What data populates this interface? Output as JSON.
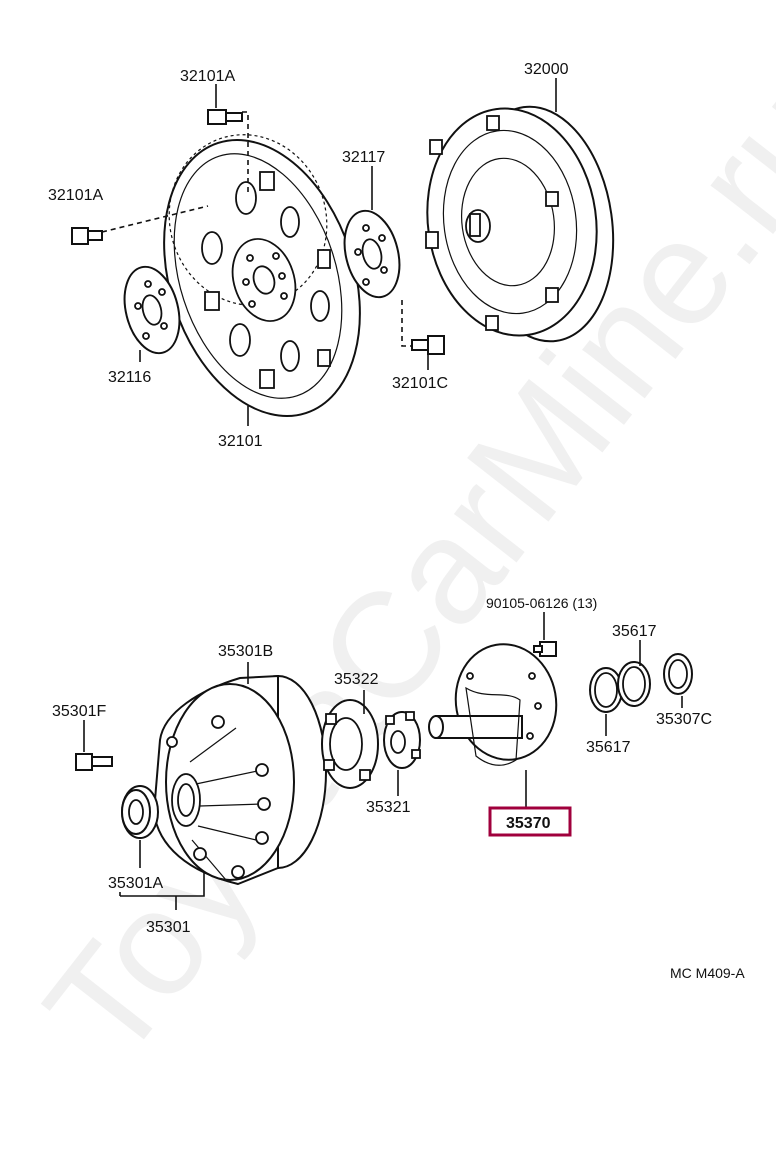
{
  "watermark": "ToyotaCarMine.ru",
  "diagram_code": "MC M409-A",
  "highlight_color": "#a0003c",
  "parts": {
    "p32101A_top": "32101A",
    "p32101A_left": "32101A",
    "p32000": "32000",
    "p32117": "32117",
    "p32116": "32116",
    "p32101C": "32101C",
    "p32101": "32101",
    "p90105": "90105-06126 (13)",
    "p35617_top": "35617",
    "p35301B": "35301B",
    "p35322": "35322",
    "p35301F": "35301F",
    "p35307C": "35307C",
    "p35617_bottom": "35617",
    "p35321": "35321",
    "p35370": "35370",
    "p35301A": "35301A",
    "p35301": "35301"
  }
}
